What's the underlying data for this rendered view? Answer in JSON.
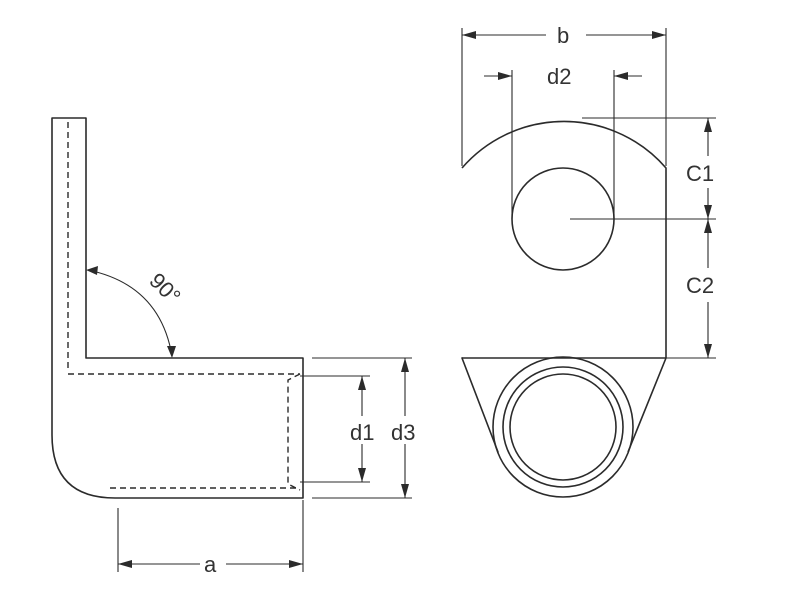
{
  "labels": {
    "angle": "90°",
    "a": "a",
    "b": "b",
    "d1": "d1",
    "d2": "d2",
    "d3": "d3",
    "c1": "C1",
    "c2": "C2"
  }
}
